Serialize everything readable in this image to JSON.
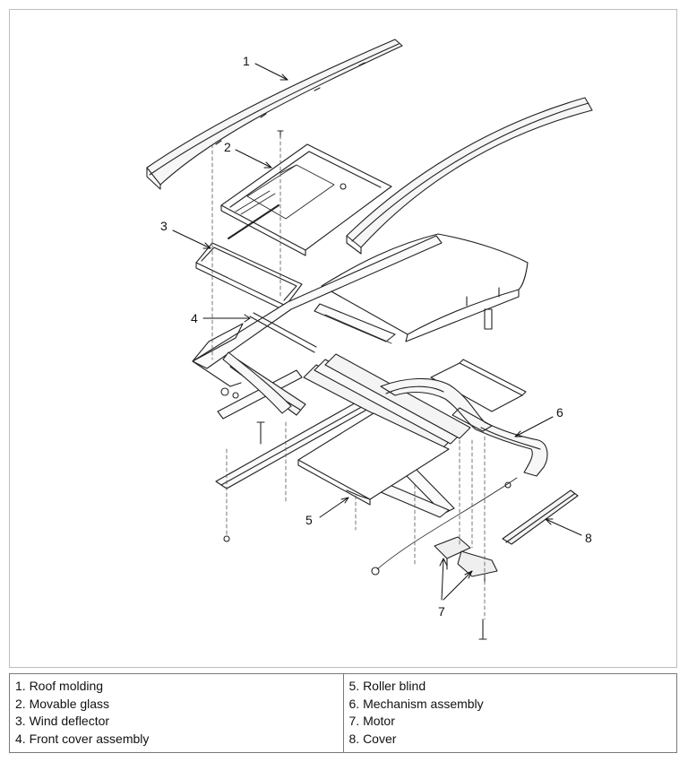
{
  "diagram": {
    "callouts": [
      "1",
      "2",
      "3",
      "4",
      "5",
      "6",
      "7",
      "8"
    ]
  },
  "legend": {
    "left": [
      "1. Roof molding",
      "2. Movable glass",
      "3. Wind deflector",
      "4. Front cover assembly"
    ],
    "right": [
      "5. Roller blind",
      "6. Mechanism assembly",
      "7. Motor",
      "8. Cover"
    ]
  }
}
